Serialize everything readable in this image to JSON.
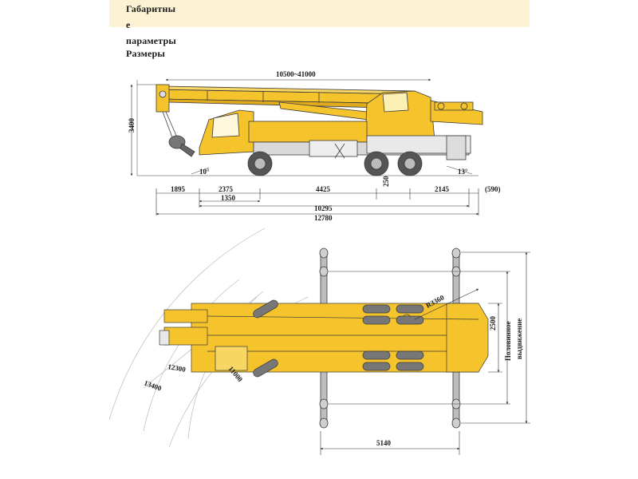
{
  "heading": {
    "line1": "Габаритны",
    "line2": "е",
    "line3": "параметры",
    "line4": "Размеры"
  },
  "side_view": {
    "boom_length": "10500~41000",
    "height": "3400",
    "front_overhang": "1895",
    "cab_to_axle": "2375",
    "axle_span": "4425",
    "ground_clearance": "250",
    "rear_to_axle": "2145",
    "rear_extra": "(590)",
    "front_wheel_offset": "1350",
    "chassis_length": "10295",
    "total_length": "12780",
    "approach_angle": "10°",
    "departure_angle": "13°"
  },
  "top_view": {
    "tail_radius": "R3360",
    "radius_inner": "11000",
    "radius_mid": "12300",
    "radius_outer": "13400",
    "outrigger_half": "2500",
    "outrigger_label_1": "Половинное",
    "outrigger_label_2": "выдвижение",
    "outrigger_span": "5140"
  },
  "colors": {
    "crane_yellow": "#f5c32c",
    "outline": "#3a3a3a",
    "header_band": "#fbf3d4",
    "tire": "#555555"
  }
}
